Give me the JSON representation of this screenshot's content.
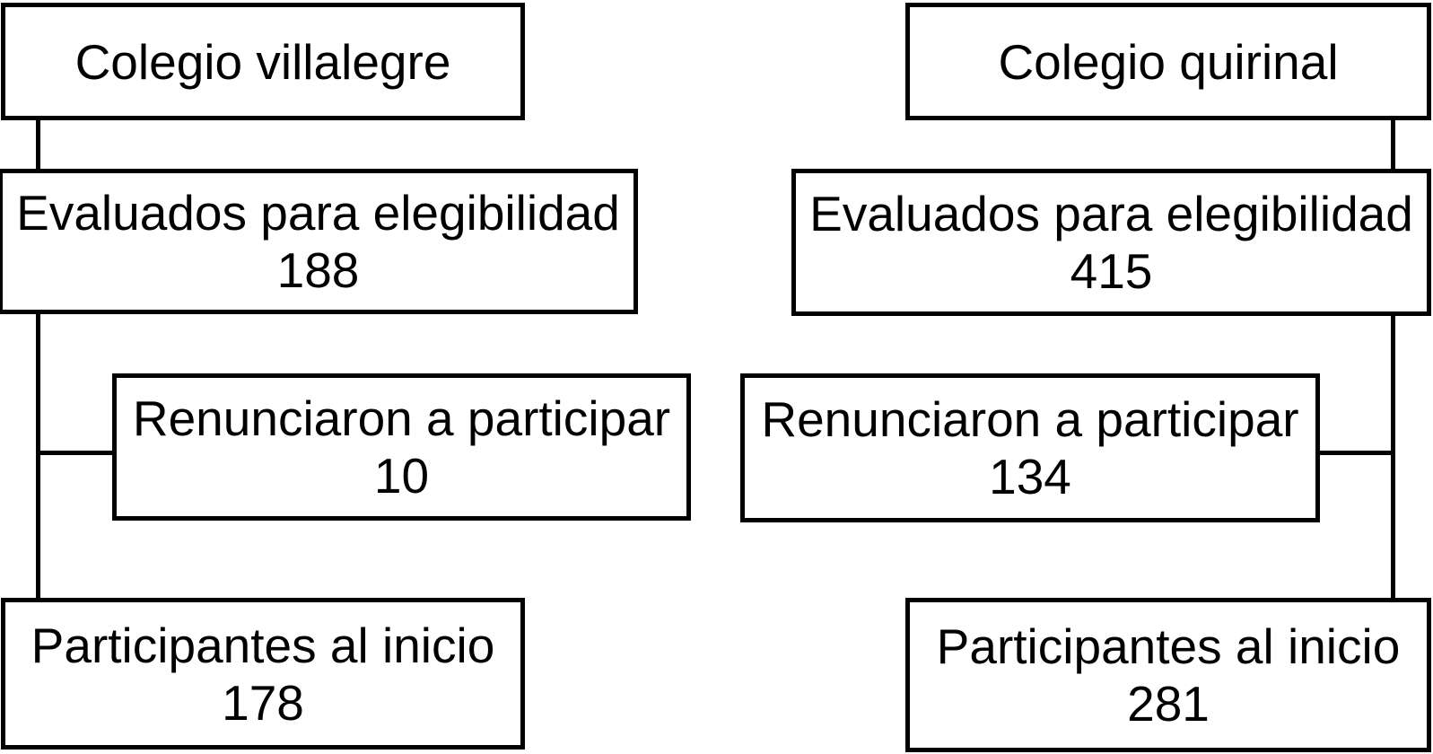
{
  "diagram": {
    "type": "participant-flow",
    "colors": {
      "background": "#ffffff",
      "box_fill": "#ffffff",
      "box_border": "#000000",
      "text": "#000000",
      "connector": "#000000"
    },
    "columns": [
      {
        "id": "villalegre",
        "boxes": [
          {
            "label": "Colegio villalegre",
            "value": ""
          },
          {
            "label": "Evaluados para elegibilidad",
            "value": "188"
          },
          {
            "label": "Renunciaron a participar",
            "value": "10"
          },
          {
            "label": "Participantes al inicio",
            "value": "178"
          }
        ]
      },
      {
        "id": "quirinal",
        "boxes": [
          {
            "label": "Colegio quirinal",
            "value": ""
          },
          {
            "label": "Evaluados para elegibilidad",
            "value": "415"
          },
          {
            "label": "Renunciaron a participar",
            "value": "134"
          },
          {
            "label": "Participantes al inicio",
            "value": "281"
          }
        ]
      }
    ]
  }
}
